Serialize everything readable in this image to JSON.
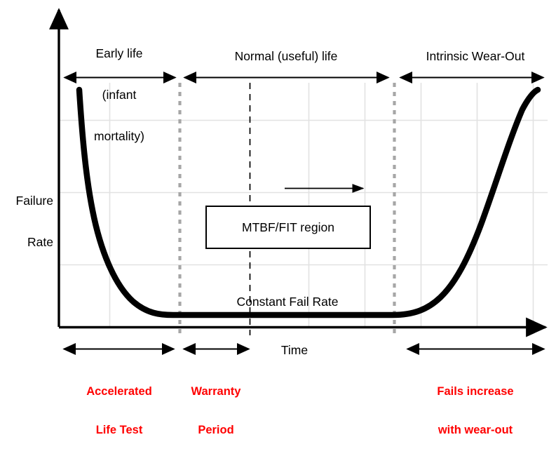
{
  "chart_data": {
    "type": "line",
    "title": "",
    "xlabel": "Time",
    "ylabel": "Failure Rate",
    "grid": true,
    "legend": false,
    "description": "Reliability bathtub curve: failure rate versus time showing three regions",
    "xlim": [
      0,
      100
    ],
    "ylim": [
      0,
      100
    ],
    "series": [
      {
        "name": "Failure rate (bathtub curve)",
        "x": [
          4.0,
          4.8,
          6.0,
          7.5,
          9.5,
          12.0,
          15.0,
          18.5,
          22.0,
          26.0,
          30.0,
          38.0,
          50.0,
          62.0,
          70.0,
          74.5,
          78.0,
          81.0,
          84.0,
          87.0,
          90.0,
          93.0,
          95.5,
          97.5,
          99.0
        ],
        "y": [
          96.0,
          88.0,
          76.0,
          64.0,
          53.0,
          43.0,
          34.0,
          27.0,
          21.0,
          15.0,
          11.0,
          6.5,
          5.0,
          5.2,
          7.0,
          9.5,
          13.0,
          17.5,
          23.0,
          31.0,
          42.0,
          58.0,
          72.0,
          86.0,
          96.0
        ]
      }
    ],
    "regions": [
      {
        "name": "Early life (infant mortality)",
        "x_start": 0.0,
        "x_end": 25.0
      },
      {
        "name": "Normal (useful) life",
        "x_start": 25.0,
        "x_end": 69.0
      },
      {
        "name": "Intrinsic Wear-Out",
        "x_start": 69.0,
        "x_end": 100.0
      }
    ],
    "boundary_markers": [
      {
        "style": "dotted-gray",
        "x": 25.0
      },
      {
        "style": "dashed-black",
        "x": 39.5
      },
      {
        "style": "dotted-gray",
        "x": 69.0
      }
    ],
    "annotations": [
      {
        "text": "MTBF/FIT region",
        "type": "box",
        "x": 30.0,
        "y": 30.0
      },
      {
        "text": "Constant Fail Rate",
        "type": "text",
        "x": 46.0,
        "y": 9.0
      },
      {
        "text": "",
        "type": "arrow-right",
        "x_start": 46.0,
        "x_end": 63.0,
        "y": 38.0
      }
    ]
  },
  "axes": {
    "y_axis_label_line1": "Failure",
    "y_axis_label_line2": "Rate",
    "x_axis_label": "Time"
  },
  "top_regions": {
    "early_life_line1": "Early life",
    "early_life_line2": "(infant",
    "early_life_line3": "mortality)",
    "normal_life": "Normal (useful) life",
    "wear_out": "Intrinsic Wear-Out"
  },
  "plot_annotations": {
    "mtbf_box": "MTBF/FIT region",
    "constant_fail_rate": "Constant Fail Rate"
  },
  "bottom_regions": {
    "accelerated_line1": "Accelerated",
    "accelerated_line2": "Life Test",
    "warranty_line1": "Warranty",
    "warranty_line2": "Period",
    "wearout_line1": "Fails increase",
    "wearout_line2": "with wear-out"
  },
  "colors": {
    "curve": "#000000",
    "axis": "#000000",
    "grid": "#e0e0e0",
    "dotted_marker": "#a6a6a6",
    "dashed_marker": "#000000",
    "annotation_red": "#ff0000",
    "background": "#ffffff"
  }
}
